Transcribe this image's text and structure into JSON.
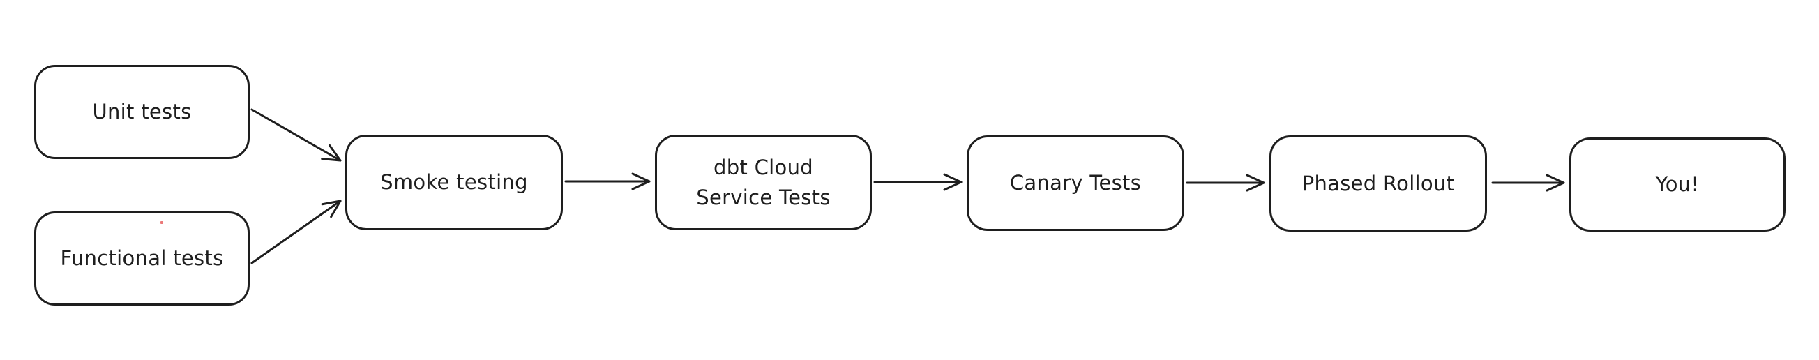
{
  "diagram": {
    "type": "flowchart",
    "background_color": "#ffffff",
    "stroke_color": "#1e1e1e",
    "node_fill_color": "#ffffff",
    "artifact_dot_color": "#e03131",
    "nodes": [
      {
        "id": "unit-tests",
        "label": "Unit tests"
      },
      {
        "id": "functional-tests",
        "label": "Functional tests"
      },
      {
        "id": "smoke-testing",
        "label": "Smoke testing"
      },
      {
        "id": "dbt-cloud-service-tests",
        "label": "dbt Cloud\nService Tests"
      },
      {
        "id": "canary-tests",
        "label": "Canary Tests"
      },
      {
        "id": "phased-rollout",
        "label": "Phased Rollout"
      },
      {
        "id": "you",
        "label": "You!"
      }
    ],
    "edges": [
      {
        "from": "unit-tests",
        "to": "smoke-testing"
      },
      {
        "from": "functional-tests",
        "to": "smoke-testing"
      },
      {
        "from": "smoke-testing",
        "to": "dbt-cloud-service-tests"
      },
      {
        "from": "dbt-cloud-service-tests",
        "to": "canary-tests"
      },
      {
        "from": "canary-tests",
        "to": "phased-rollout"
      },
      {
        "from": "phased-rollout",
        "to": "you"
      }
    ]
  }
}
